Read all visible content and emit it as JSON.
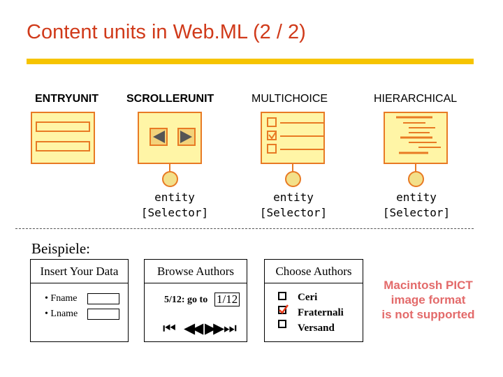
{
  "slide": {
    "title": "Content units in Web.ML (2 / 2)"
  },
  "units": {
    "entry": {
      "label": "ENTRYUNIT"
    },
    "scroller": {
      "label": "SCROLLERUNIT",
      "entity": "entity",
      "selector": "[Selector]"
    },
    "multichoice": {
      "label": "MULTICHOICE",
      "entity": "entity",
      "selector": "[Selector]"
    },
    "hierarchical": {
      "label": "HIERARCHICAL",
      "entity": "entity",
      "selector": "[Selector]"
    }
  },
  "examples": {
    "heading": "Beispiele:",
    "entry": {
      "title": "Insert Your Data",
      "fields": [
        "• Fname",
        "• Lname"
      ]
    },
    "scroller": {
      "title": "Browse Authors",
      "goto_text": "5/12: go to",
      "page_value": "1/12",
      "nav": [
        "⏮",
        "◀◀",
        "▶▶",
        "⏭"
      ]
    },
    "multichoice": {
      "title": "Choose Authors",
      "items": [
        {
          "label": "Ceri",
          "checked": false
        },
        {
          "label": "Fraternali",
          "checked": true
        },
        {
          "label": "Versand",
          "checked": false
        }
      ]
    },
    "unsupported_image": {
      "line1": "Macintosh PICT",
      "line2": "image format",
      "line3": "is not supported"
    }
  },
  "colors": {
    "title": "#d03a1a",
    "accent_bar": "#f6c400",
    "unit_fill": "#fff5a6",
    "unit_border": "#e87a24",
    "check_mark": "#e83a1a",
    "placeholder_text": "#e36a6a"
  }
}
